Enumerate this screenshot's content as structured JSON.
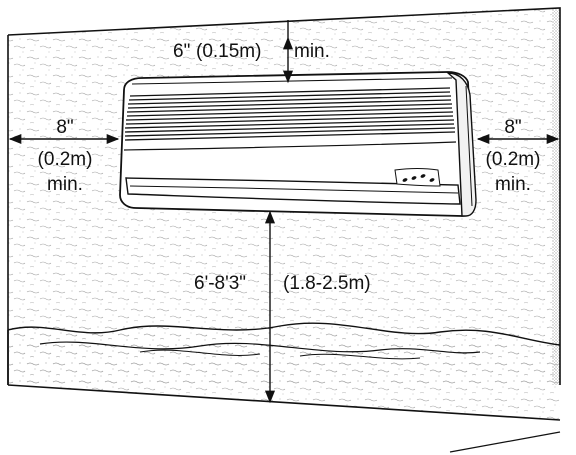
{
  "clearances": {
    "top": {
      "imperial": "6\"",
      "metric": "(0.15m)",
      "qualifier": "min."
    },
    "left": {
      "imperial": "8\"",
      "metric": "(0.2m)",
      "qualifier": "min."
    },
    "right": {
      "imperial": "8\"",
      "metric": "(0.2m)",
      "qualifier": "min."
    },
    "floor": {
      "imperial": "6'-8'3\"",
      "metric": "(1.8-2.5m)"
    }
  },
  "colors": {
    "ink": "#111111",
    "wall": "#ffffff"
  }
}
